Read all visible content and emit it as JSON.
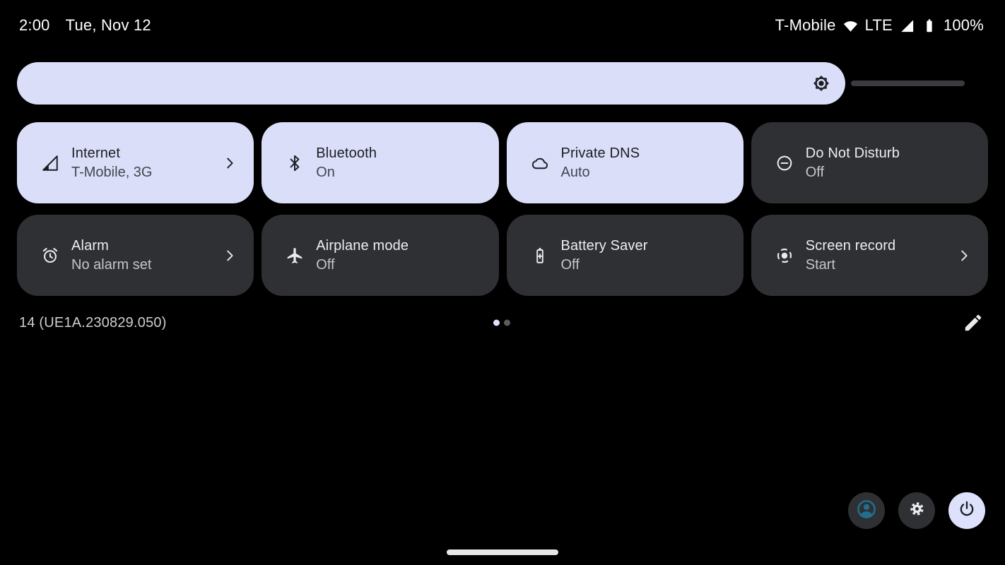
{
  "status_bar": {
    "time": "2:00",
    "date": "Tue, Nov 12",
    "carrier": "T-Mobile",
    "network_type": "LTE",
    "battery_percent": "100%",
    "icons": [
      "wifi-icon",
      "cellular-signal-icon",
      "battery-icon"
    ]
  },
  "brightness": {
    "icon": "brightness-icon",
    "value_percent": 87
  },
  "quick_settings": {
    "tiles": [
      {
        "title": "Internet",
        "subtitle": "T-Mobile, 3G",
        "state": "active",
        "icon": "cellular-signal-icon",
        "has_chevron": true
      },
      {
        "title": "Bluetooth",
        "subtitle": "On",
        "state": "active",
        "icon": "bluetooth-icon",
        "has_chevron": false
      },
      {
        "title": "Private DNS",
        "subtitle": "Auto",
        "state": "active",
        "icon": "cloud-icon",
        "has_chevron": false
      },
      {
        "title": "Do Not Disturb",
        "subtitle": "Off",
        "state": "inactive",
        "icon": "do-not-disturb-icon",
        "has_chevron": false
      },
      {
        "title": "Alarm",
        "subtitle": "No alarm set",
        "state": "inactive",
        "icon": "alarm-icon",
        "has_chevron": true
      },
      {
        "title": "Airplane mode",
        "subtitle": "Off",
        "state": "inactive",
        "icon": "airplane-icon",
        "has_chevron": false
      },
      {
        "title": "Battery Saver",
        "subtitle": "Off",
        "state": "inactive",
        "icon": "battery-saver-icon",
        "has_chevron": false
      },
      {
        "title": "Screen record",
        "subtitle": "Start",
        "state": "inactive",
        "icon": "screen-record-icon",
        "has_chevron": true
      }
    ]
  },
  "footer": {
    "build_number": "14 (UE1A.230829.050)",
    "page_indicator": {
      "pages": 2,
      "active_page": 1
    },
    "buttons": [
      "user-switcher",
      "settings",
      "power"
    ]
  },
  "colors": {
    "background": "#000000",
    "active_tile": "#dadef9",
    "inactive_tile": "#2e3033",
    "avatar_accent": "#236e8c",
    "track": "#3a3b3e"
  }
}
